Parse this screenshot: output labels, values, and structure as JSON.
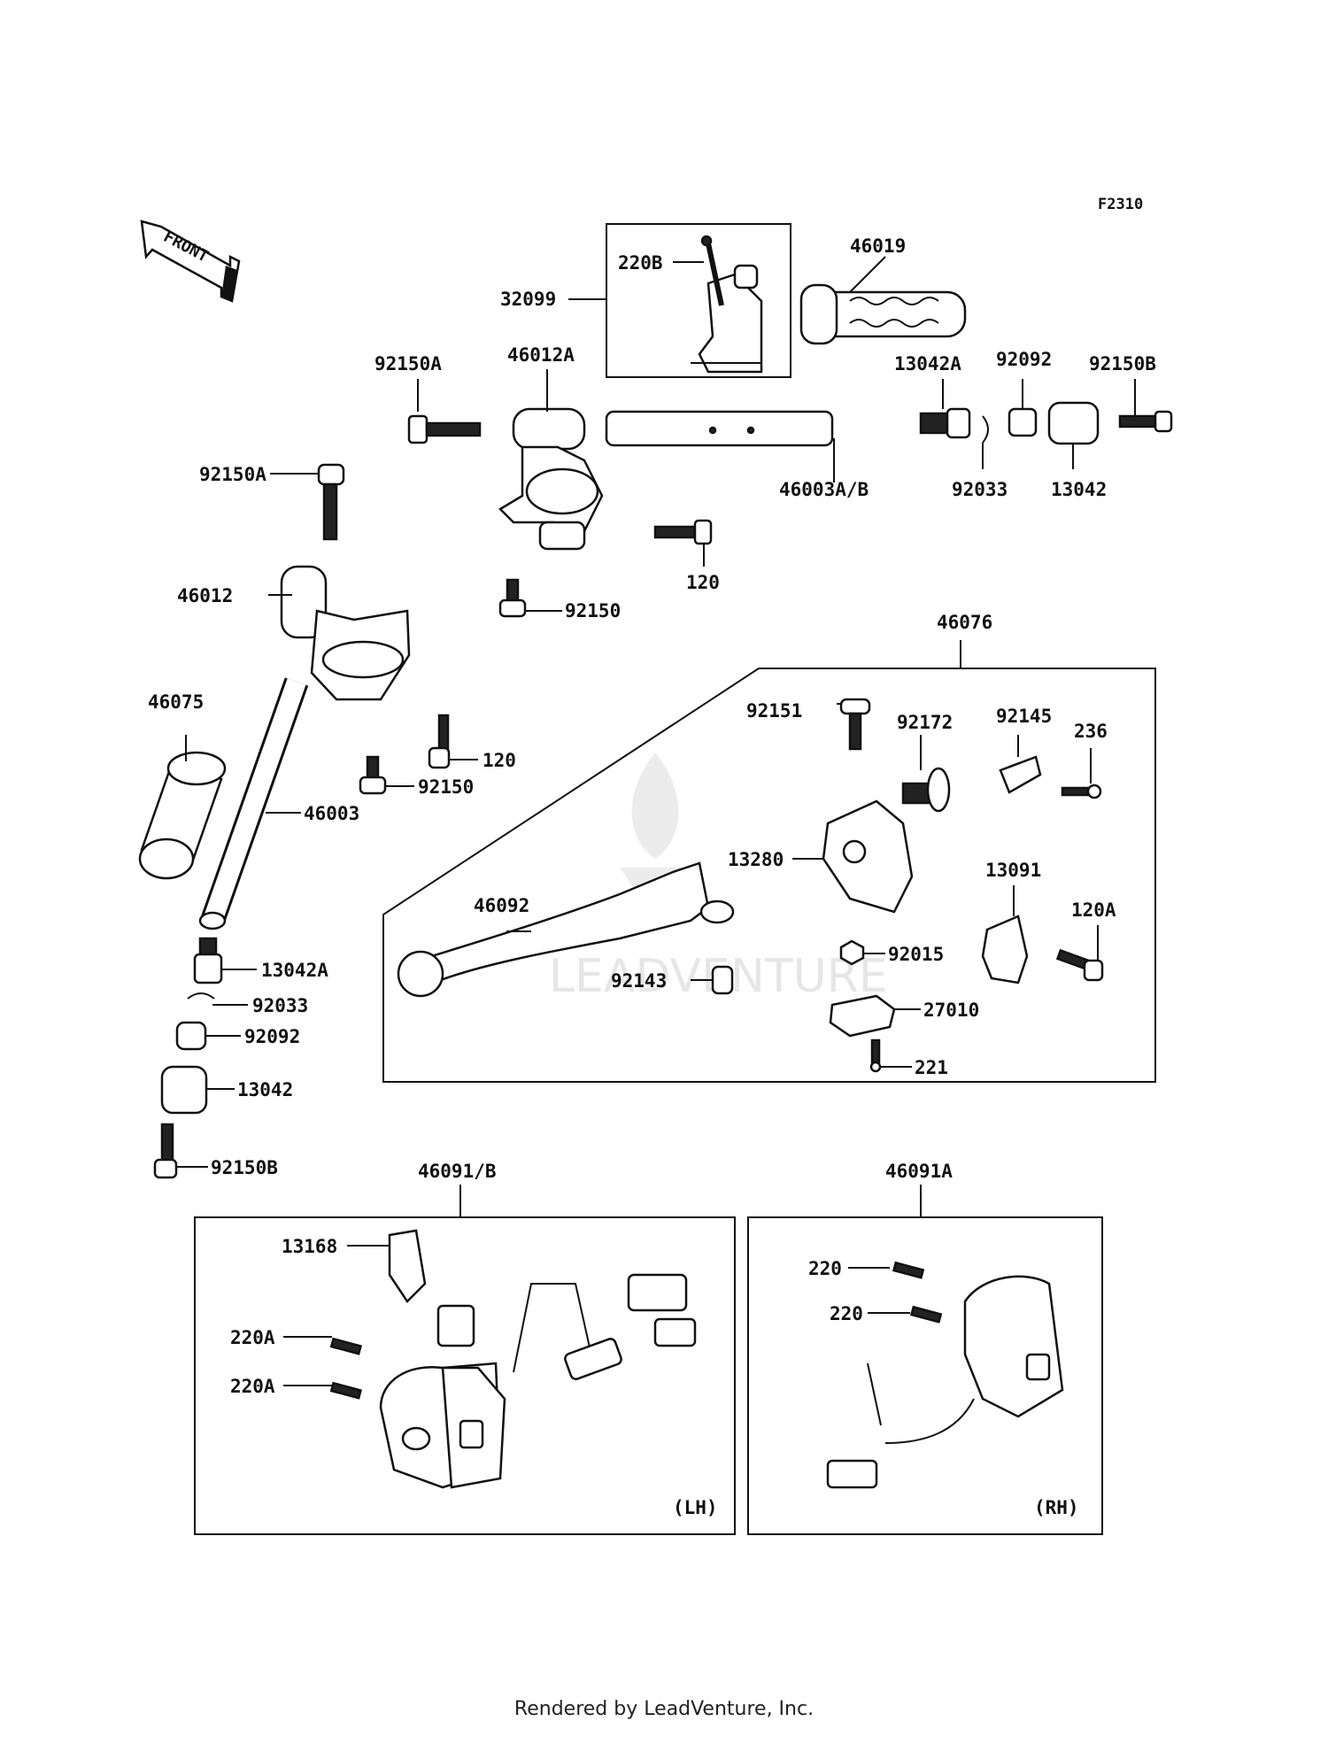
{
  "diagram_code": "F2310",
  "front_label": "FRONT",
  "footer": "Rendered by LeadVenture, Inc.",
  "watermark": "LEADVENTURE",
  "side_labels": {
    "left": "(LH)",
    "right": "(RH)"
  },
  "parts": {
    "p220B": "220B",
    "p32099": "32099",
    "p46019": "46019",
    "p92150A_top": "92150A",
    "p46012A": "46012A",
    "p13042A_top": "13042A",
    "p92092_top": "92092",
    "p92150B_top": "92150B",
    "p92033_top": "92033",
    "p13042_top": "13042",
    "p46003AB": "46003A/B",
    "p120_top": "120",
    "p92150_top": "92150",
    "p92150A_left": "92150A",
    "p46012": "46012",
    "p46075": "46075",
    "p46003": "46003",
    "p120_left": "120",
    "p92150_left": "92150",
    "p13042A_left": "13042A",
    "p92033_left": "92033",
    "p92092_left": "92092",
    "p13042_left": "13042",
    "p92150B_left": "92150B",
    "p46076": "46076",
    "p92151": "92151",
    "p92172": "92172",
    "p92145": "92145",
    "p236": "236",
    "p13280": "13280",
    "p13091": "13091",
    "p120A": "120A",
    "p46092": "46092",
    "p92015": "92015",
    "p92143": "92143",
    "p27010": "27010",
    "p221": "221",
    "p46091B": "46091/B",
    "p46091A": "46091A",
    "p13168": "13168",
    "p220A_1": "220A",
    "p220A_2": "220A",
    "p220_1": "220",
    "p220_2": "220"
  }
}
